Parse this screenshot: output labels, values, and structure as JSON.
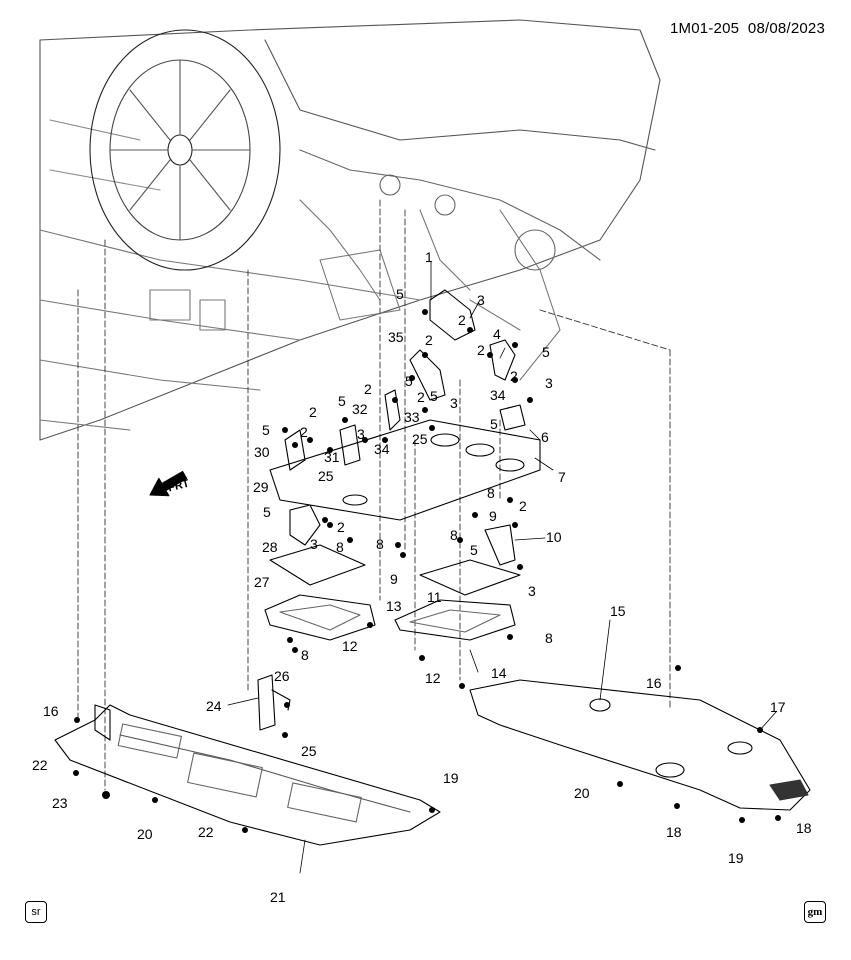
{
  "header": {
    "code": "1M01-205",
    "date": "08/08/2023"
  },
  "footer": {
    "left_badge": "sr",
    "right_badge": "gm"
  },
  "orientation": {
    "label": "FRT",
    "icon": "front-direction-arrow-icon"
  },
  "callouts": {
    "c1": "1",
    "c2": "2",
    "c3": "3",
    "c4": "4",
    "c5": "5",
    "c6": "6",
    "c7": "7",
    "c8": "8",
    "c9": "9",
    "c10": "10",
    "c11": "11",
    "c12": "12",
    "c13": "13",
    "c14": "14",
    "c15": "15",
    "c16": "16",
    "c17": "17",
    "c18": "18",
    "c19": "19",
    "c20": "20",
    "c21": "21",
    "c22": "22",
    "c23": "23",
    "c24": "24",
    "c25": "25",
    "c26": "26",
    "c27": "27",
    "c28": "28",
    "c29": "29",
    "c30": "30",
    "c31": "31",
    "c32": "32",
    "c33": "33",
    "c34": "34",
    "c35": "35"
  }
}
